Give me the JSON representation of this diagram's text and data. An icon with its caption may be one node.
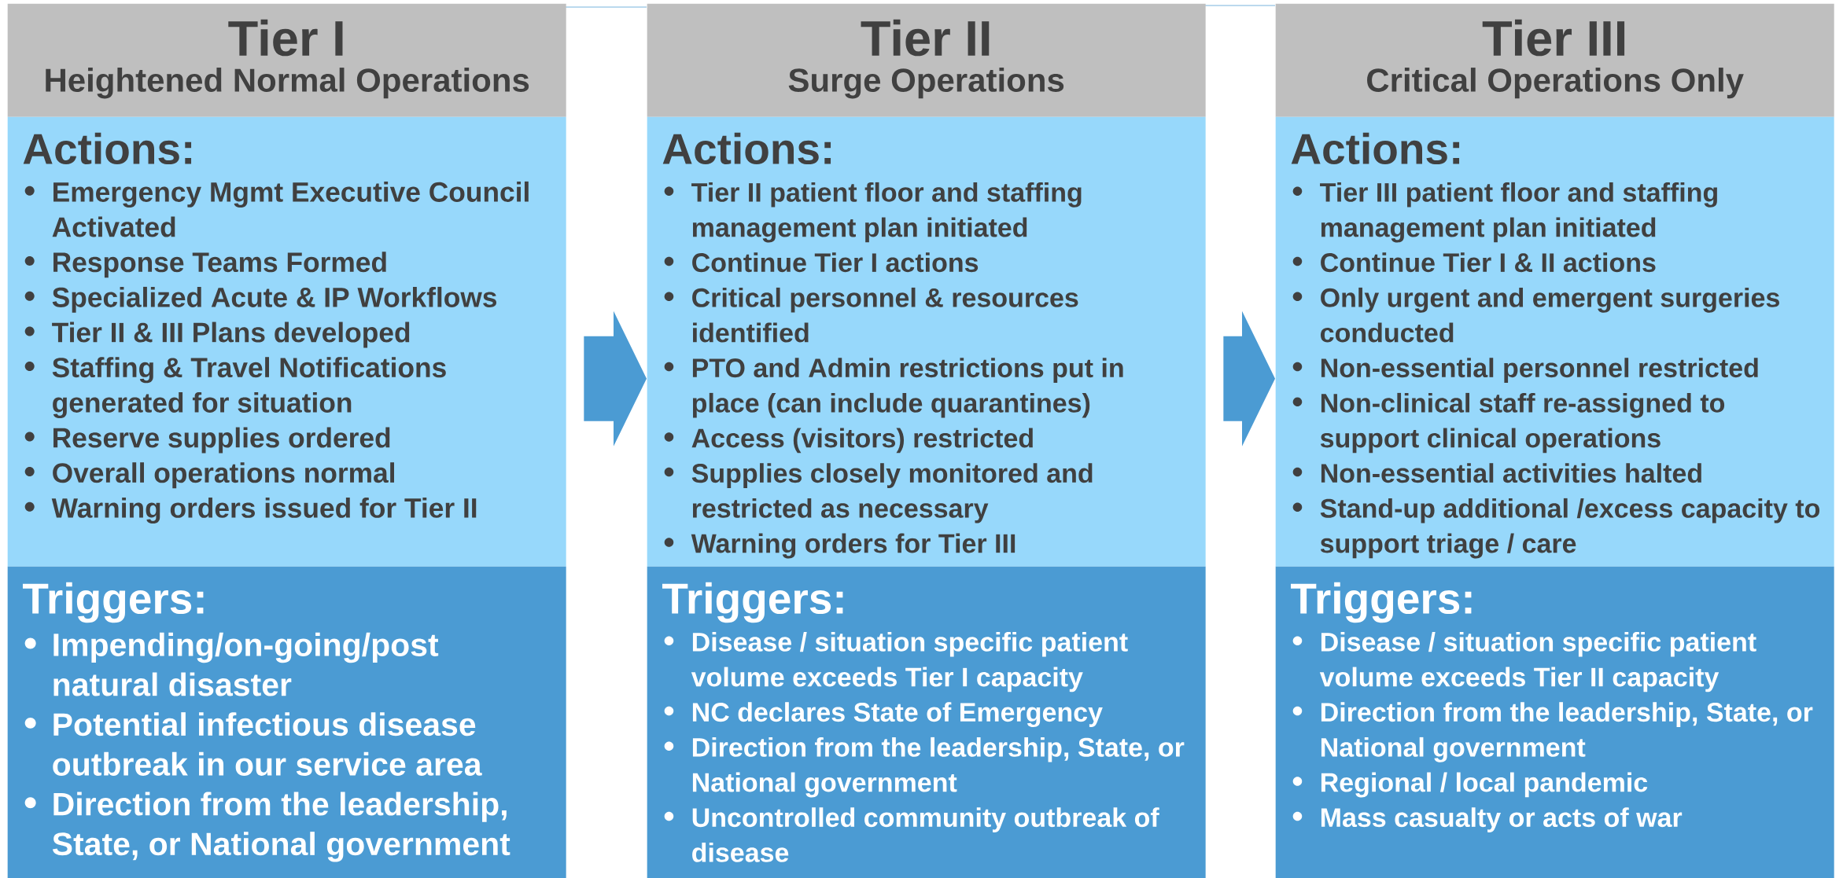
{
  "diagram": {
    "nodes": [
      {
        "text": [
          "Tier I",
          "Heightened Normal Operations"
        ]
      },
      {
        "text": [
          "Actions:",
          "Emergency Mgmt Executive Council Activated",
          "Response Teams Formed",
          "Specialized Acute & IP Workflows",
          "Tier II & III Plans developed",
          "Staffing & Travel Notifications generated for situation",
          "Reserve supplies ordered",
          "Overall operations normal",
          "Warning orders issued for Tier II"
        ]
      },
      {
        "text": [
          "Triggers:",
          "Impending/on-going/post natural disaster",
          "Potential infectious disease outbreak in our service area",
          "Direction from the leadership, State, or National government"
        ]
      },
      {
        "text": [
          "Tier II",
          "Surge Operations"
        ]
      },
      {
        "text": [
          "Actions:",
          "Tier II patient floor and staffing management plan initiated",
          "Continue Tier I actions",
          "Critical personnel & resources identified",
          "PTO and Admin restrictions put in place (can include quarantines)",
          "Access (visitors) restricted",
          "Supplies closely monitored and restricted as necessary",
          "Warning orders for Tier III"
        ]
      },
      {
        "text": [
          "Triggers:",
          "Disease / situation specific patient volume exceeds Tier I capacity",
          "NC declares State of Emergency",
          "Direction from the leadership, State, or National government",
          "Uncontrolled community outbreak of disease"
        ]
      },
      {
        "text": [
          "Tier III",
          "Critical Operations Only"
        ]
      },
      {
        "text": [
          "Actions:",
          "Tier III patient floor and staffing management plan initiated",
          "Continue Tier I & II actions",
          "Only urgent and emergent surgeries conducted",
          "Non-essential personnel restricted",
          "Non-clinical staff re-assigned to support clinical operations",
          "Non-essential activities halted",
          "Stand-up additional /excess capacity to support triage / care"
        ]
      },
      {
        "text": [
          "Triggers:",
          "Disease / situation specific patient volume exceeds Tier II capacity",
          "Direction from the leadership, State, or National government",
          "Regional / local pandemic",
          "Mass casualty or acts of war"
        ]
      }
    ],
    "edges": [
      {
        "from": 1,
        "to": 4,
        "arrow": "to"
      },
      {
        "from": 4,
        "to": 7,
        "arrow": "to"
      }
    ]
  }
}
